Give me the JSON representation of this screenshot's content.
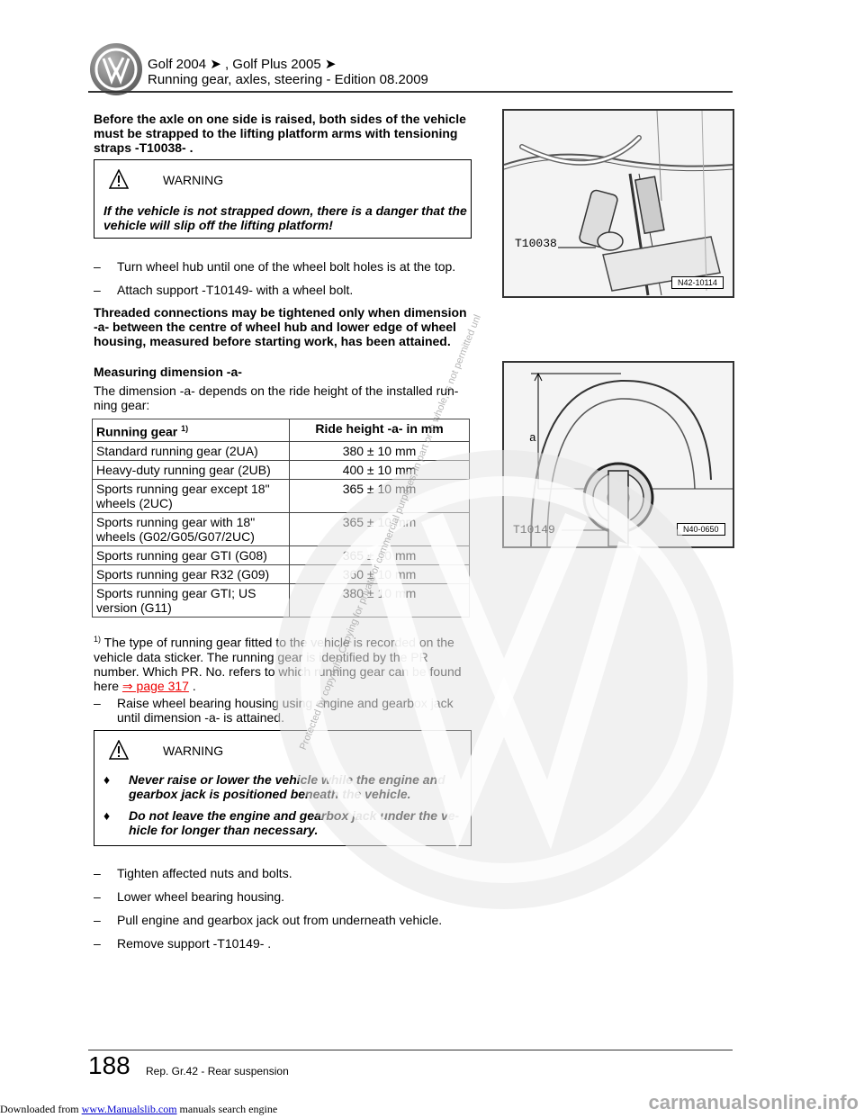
{
  "header": {
    "line1": "Golf 2004 ➤ , Golf Plus 2005 ➤",
    "line2": "Running gear, axles, steering - Edition 08.2009"
  },
  "intro": "Before the axle on one side is raised, both sides of the vehicle must be strapped to the lifting platform arms with tensioning straps -T10038- .",
  "warning1": {
    "title": "WARNING",
    "text": "If the vehicle is not strapped down, there is a danger that the vehicle will slip off the lifting platform!"
  },
  "steps1": [
    "Turn wheel hub until one of the wheel bolt holes is at the top.",
    "Attach support -T10149- with a wheel bolt."
  ],
  "threaded_note": "Threaded connections may be tightened only when dimension -a- between the centre of wheel hub and lower edge of wheel housing, measured before starting work, has been attained.",
  "measuring_heading": "Measuring dimension -a-",
  "measuring_text": "The dimension -a- depends on the ride height of the installed run-ning gear:",
  "table": {
    "col1": "Running gear",
    "col1_sup": "1)",
    "col2": "Ride height -a- in mm",
    "rows": [
      {
        "gear": "Standard running gear (2UA)",
        "height": "380 ± 10 mm"
      },
      {
        "gear": "Heavy-duty running gear (2UB)",
        "height": "400 ± 10 mm"
      },
      {
        "gear": "Sports running gear except 18\" wheels (2UC)",
        "height": "365 ± 10 mm"
      },
      {
        "gear": "Sports running gear with 18\" wheels (G02/G05/G07/2UC)",
        "height": "365 ± 10 mm"
      },
      {
        "gear": "Sports running gear GTI (G08)",
        "height": "365 ± 10 mm"
      },
      {
        "gear": "Sports running gear R32 (G09)",
        "height": "360 ± 10 mm"
      },
      {
        "gear": "Sports running gear GTI; US version (G11)",
        "height": "380 ± 10 mm"
      }
    ]
  },
  "footnote": {
    "sup": "1)",
    "text": "The type of running gear fitted to the vehicle is recorded on the vehicle data sticker. The running gear is identified by the PR number. Which PR. No. refers to which running gear can be found here",
    "link": "⇒ page 317",
    "end": "."
  },
  "step_raise": "Raise wheel bearing housing using engine and gearbox jack until dimension -a- is attained.",
  "warning2": {
    "title": "WARNING",
    "items": [
      "Never raise or lower the vehicle while the engine and gearbox jack is positioned beneath the vehicle.",
      "Do not leave the engine and gearbox jack under the ve-hicle for longer than necessary."
    ]
  },
  "steps2": [
    "Tighten affected nuts and bolts.",
    "Lower wheel bearing housing.",
    "Pull engine and gearbox jack out from underneath vehicle.",
    "Remove support -T10149- ."
  ],
  "figure1": {
    "tool": "T10038",
    "id": "N42-10114"
  },
  "figure2": {
    "tool": "T10149",
    "dim": "a",
    "id": "N40-0650"
  },
  "watermark": "Protected by copyright. Copying for private or commercial purposes, in part or in whole, is not permitted unless authorised by Volkswagen AG. Volkswagen AG does not guarantee or accept any liability with respect to the correctness of information in this document. Copyright by Volkswagen AG.",
  "footer": {
    "page": "188",
    "section": "Rep. Gr.42 - Rear suspension",
    "download_prefix": "Downloaded from",
    "download_link": "www.Manualslib.com",
    "download_suffix": "manuals search engine",
    "site": "carmanualsonline.info"
  }
}
